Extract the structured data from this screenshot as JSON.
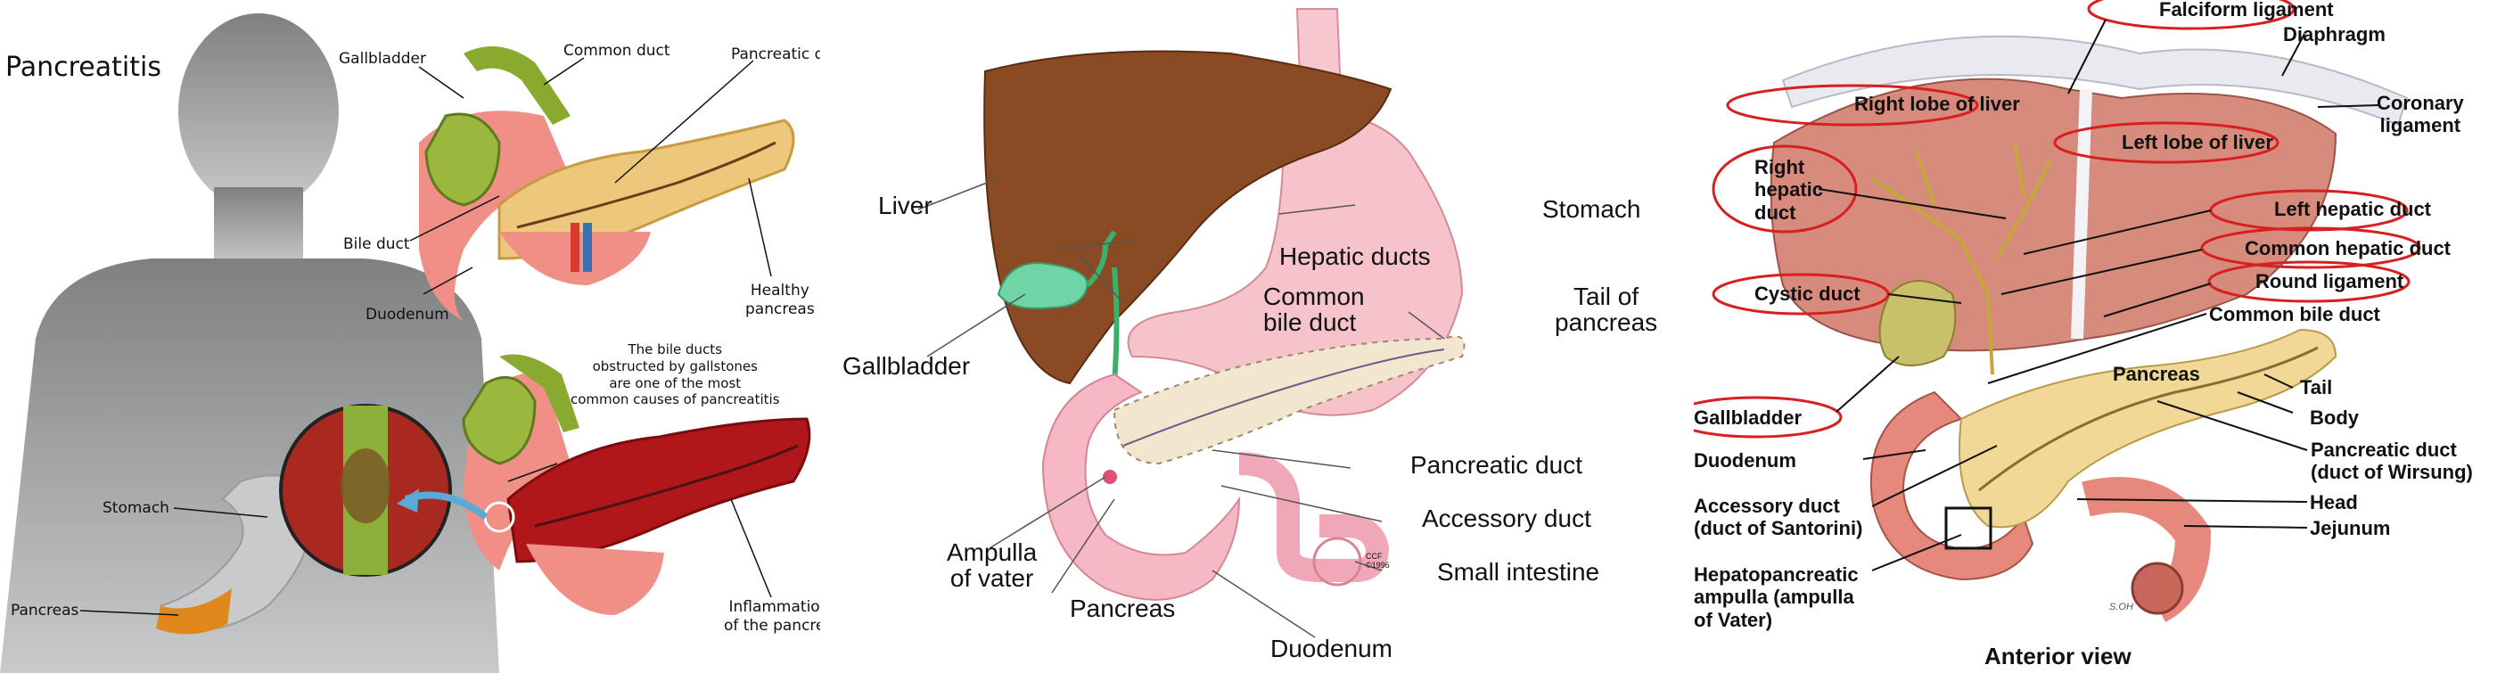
{
  "panel1": {
    "title": "Pancreatitis",
    "labels": {
      "gallbladder": "Gallbladder",
      "common_duct": "Common duct",
      "pancreatic_duct": "Pancreatic du",
      "bile_duct": "Bile duct",
      "duodenum": "Duodenum",
      "healthy_pancreas": "Healthy\npancreas",
      "caption": "The bile ducts\nobstructed by gallstones\nare one of the most\ncommon causes of pancreatitis",
      "stomach": "Stomach",
      "pancreas": "Pancreas",
      "inflammation": "Inflammation\nof the pancrea"
    }
  },
  "panel2": {
    "labels": {
      "liver": "Liver",
      "hepatic_ducts": "Hepatic ducts",
      "common_bile_duct": "Common\nbile duct",
      "stomach": "Stomach",
      "tail_of_pancreas": "Tail of\npancreas",
      "gallbladder": "Gallbladder",
      "pancreatic_duct": "Pancreatic duct",
      "accessory_duct": "Accessory duct",
      "small_intestine": "Small intestine",
      "ampulla_of_vater": "Ampulla\nof vater",
      "pancreas": "Pancreas",
      "duodenum": "Duodenum",
      "credit": "CCF\n©1996"
    }
  },
  "panel3": {
    "labels": {
      "falciform_ligament": "Falciform ligament",
      "diaphragm": "Diaphragm",
      "coronary_ligament": "Coronary\nligament",
      "right_lobe_of_liver": "Right lobe of liver",
      "left_lobe_of_liver": "Left lobe of liver",
      "right_hepatic_duct": "Right\nhepatic\nduct",
      "left_hepatic_duct": "Left hepatic duct",
      "common_hepatic_duct": "Common hepatic duct",
      "cystic_duct": "Cystic duct",
      "round_ligament": "Round ligament",
      "common_bile_duct": "Common bile duct",
      "pancreas": "Pancreas",
      "tail": "Tail",
      "body": "Body",
      "gallbladder": "Gallbladder",
      "duodenum": "Duodenum",
      "pancreatic_duct": "Pancreatic duct\n(duct of Wirsung)",
      "accessory_duct": "Accessory duct\n(duct of Santorini)",
      "head": "Head",
      "jejunum": "Jejunum",
      "hepatopancreatic_ampulla": "Hepatopancreatic\nampulla (ampulla\nof Vater)",
      "view_caption": "Anterior view",
      "signature": "S.OH"
    }
  },
  "colors": {
    "highlight_ring": "#d81f1f",
    "silhouette": "#8a8c8e",
    "liver_brown": "#8b4a22",
    "gallbladder_green": "#7aa83a",
    "pancreas_yellow": "#e6c47a",
    "inflamed_red": "#b31b1b",
    "duodenum_pink": "#e98a82",
    "stomach_pink": "#f5c5cd"
  }
}
